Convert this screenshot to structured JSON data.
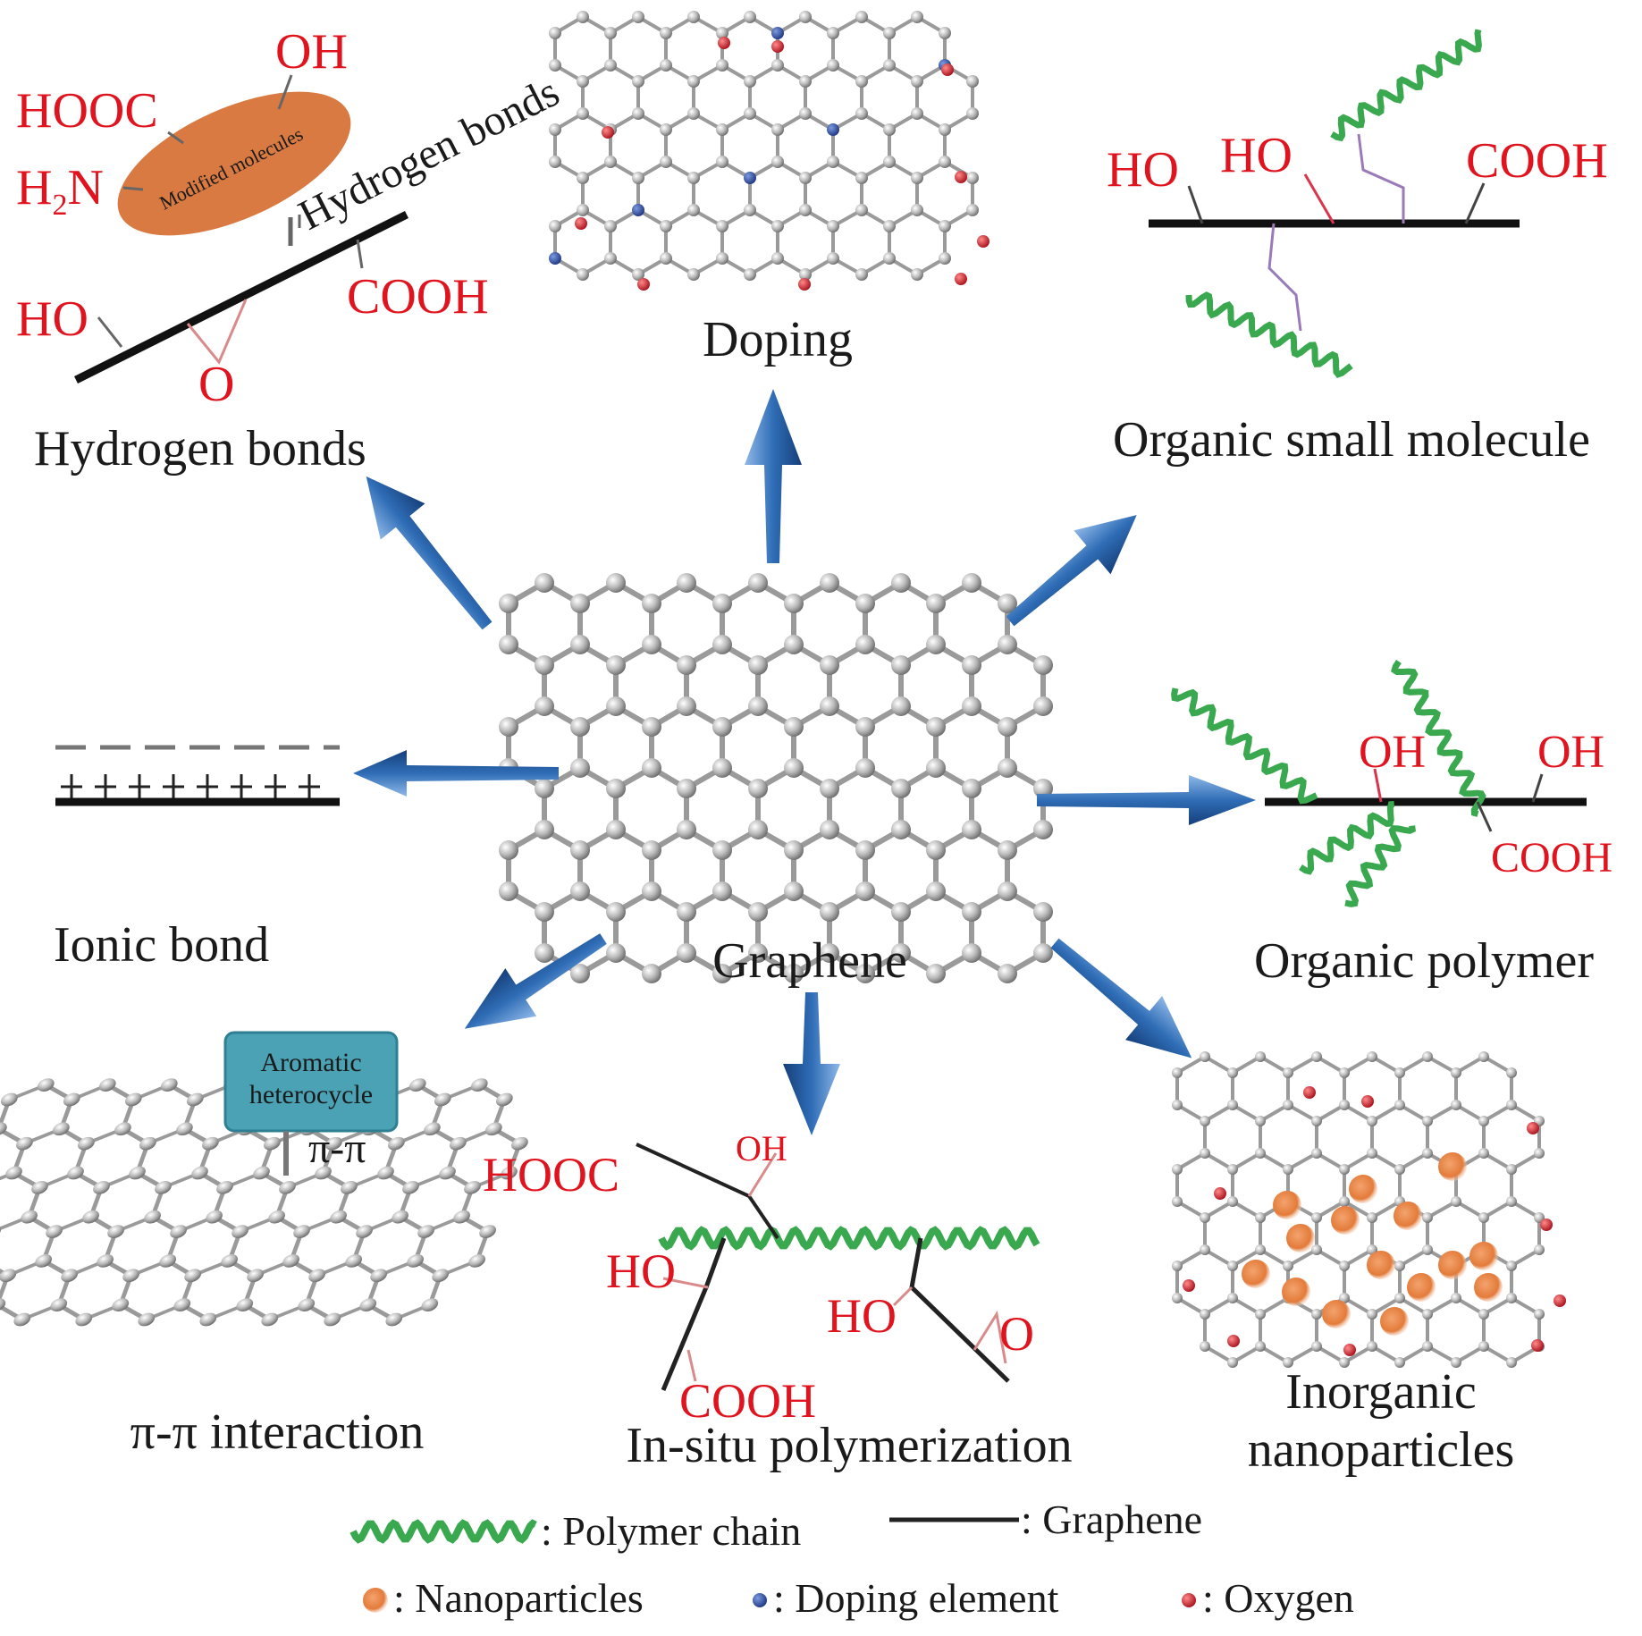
{
  "center": {
    "label": "Graphene"
  },
  "methods": {
    "hydrogen_bonds": {
      "label": "Hydrogen bonds",
      "bond_label": "Hydrogen bonds",
      "molecule_label": "Modified molecules",
      "groups": {
        "oh": "OH",
        "hooc": "HOOC",
        "h2n_main": "H",
        "h2n_sub": "2",
        "h2n_tail": "N",
        "cooh": "COOH",
        "ho": "HO",
        "o": "O"
      }
    },
    "doping": {
      "label": "Doping"
    },
    "organic_small_molecule": {
      "label": "Organic small molecule",
      "groups": {
        "ho1": "HO",
        "ho2": "HO",
        "cooh": "COOH"
      }
    },
    "ionic_bond": {
      "label": "Ionic bond"
    },
    "organic_polymer": {
      "label": "Organic polymer",
      "groups": {
        "oh1": "OH",
        "oh2": "OH",
        "cooh": "COOH"
      }
    },
    "pi_pi": {
      "label": "π-π interaction",
      "box_line1": "Aromatic",
      "box_line2": "heterocycle",
      "bond_label": "π-π"
    },
    "in_situ": {
      "label": "In-situ polymerization",
      "groups": {
        "hooc": "HOOC",
        "oh": "OH",
        "ho1": "HO",
        "ho2": "HO",
        "o": "O",
        "cooh": "COOH"
      }
    },
    "inorganic": {
      "label_line1": "Inorganic",
      "label_line2": "nanoparticles"
    }
  },
  "legend": {
    "polymer_chain": ": Polymer chain",
    "graphene": ": Graphene",
    "nanoparticles": ": Nanoparticles",
    "doping_element": ": Doping element",
    "oxygen": ": Oxygen"
  },
  "colors": {
    "arrow": "#2f6db6",
    "polymer": "#3aa84f",
    "chem_text": "#e0141e",
    "molecule_fill": "#d97a42",
    "box_fill": "#4ba2b5",
    "nanoparticle": "#e8884a",
    "doping": "#2b4a9c",
    "oxygen": "#c8202c"
  }
}
